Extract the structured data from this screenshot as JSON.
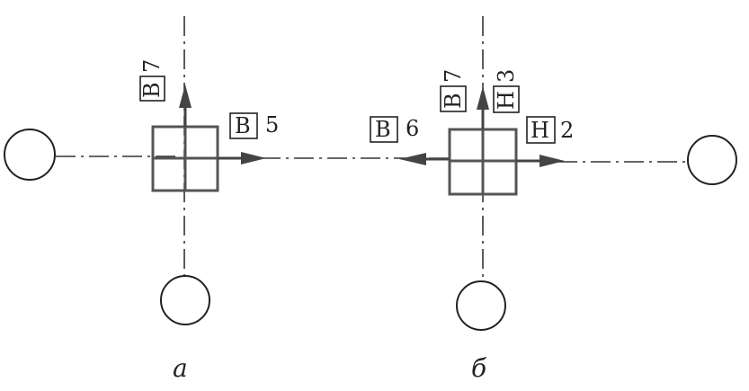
{
  "panel_a": {
    "caption": "a",
    "labels": [
      {
        "letter": "B",
        "number": "7"
      },
      {
        "letter": "B",
        "number": "5"
      }
    ]
  },
  "panel_b": {
    "caption": "б",
    "labels": [
      {
        "letter": "B",
        "number": "6"
      },
      {
        "letter": "B",
        "number": "7"
      },
      {
        "letter": "H",
        "number": "3"
      },
      {
        "letter": "H",
        "number": "2"
      }
    ]
  }
}
